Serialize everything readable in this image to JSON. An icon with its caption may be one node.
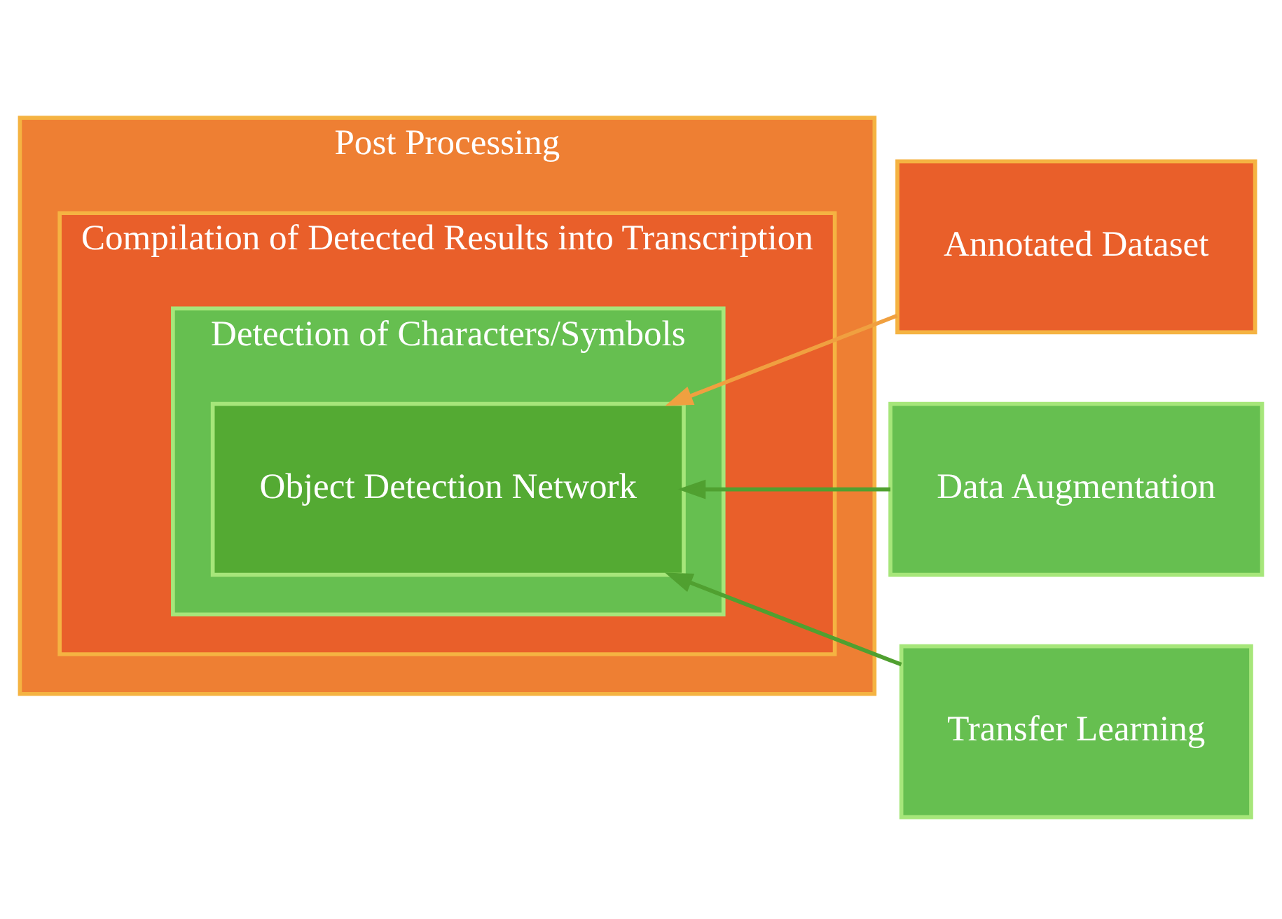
{
  "diagram": {
    "nodes": [
      {
        "text": [
          "Post Processing"
        ]
      },
      {
        "text": [
          "Compilation of Detected Results into Transcription"
        ],
        "in": 0
      },
      {
        "text": [
          "Detection of Characters/Symbols"
        ],
        "in": 1
      },
      {
        "text": [
          "Object Detection Network"
        ],
        "in": 2
      },
      {
        "text": [
          "Annotated Dataset"
        ]
      },
      {
        "text": [
          "Data Augmentation"
        ]
      },
      {
        "text": [
          "Transfer Learning"
        ]
      }
    ],
    "edges": [
      {
        "from": 4,
        "to": 3,
        "arrow": "to",
        "color": "#f0a040"
      },
      {
        "from": 5,
        "to": 3,
        "arrow": "to"
      },
      {
        "from": 6,
        "to": 3,
        "arrow": "to"
      }
    ]
  }
}
